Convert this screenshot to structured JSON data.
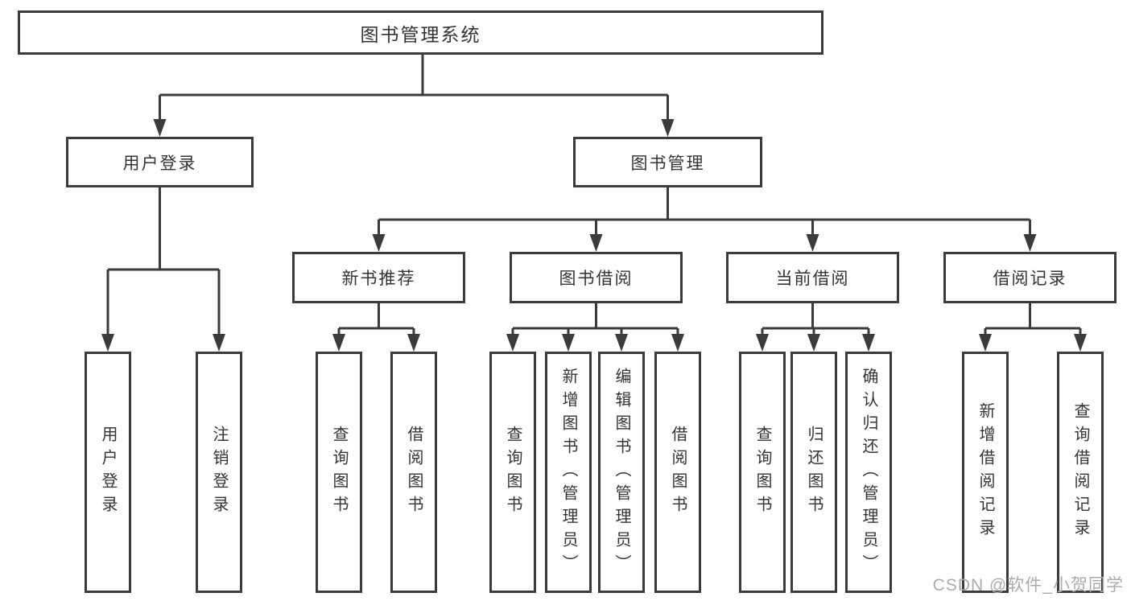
{
  "title": "图书管理系统",
  "watermark": "CSDN @软件_小贺同学",
  "colors": {
    "line": "#3b3b3b",
    "box_border": "#3b3b3b",
    "box_fill": "#ffffff",
    "text": "#333333",
    "background": "#ffffff",
    "watermark": "#ababab"
  },
  "nodes": {
    "root": {
      "label": "图书管理系统"
    },
    "level2": [
      {
        "label": "用户登录",
        "parent": "图书管理系统"
      },
      {
        "label": "图书管理",
        "parent": "图书管理系统"
      }
    ],
    "level3": [
      {
        "label": "新书推荐",
        "parent": "图书管理"
      },
      {
        "label": "图书借阅",
        "parent": "图书管理"
      },
      {
        "label": "当前借阅",
        "parent": "图书管理"
      },
      {
        "label": "借阅记录",
        "parent": "图书管理"
      }
    ],
    "leaves": [
      {
        "label": "用户登录",
        "parent": "用户登录"
      },
      {
        "label": "注销登录",
        "parent": "用户登录"
      },
      {
        "label": "查询图书",
        "parent": "新书推荐"
      },
      {
        "label": "借阅图书",
        "parent": "新书推荐"
      },
      {
        "label": "查询图书",
        "parent": "图书借阅"
      },
      {
        "label": "新增图书（管理员）",
        "parent": "图书借阅"
      },
      {
        "label": "编辑图书（管理员）",
        "parent": "图书借阅"
      },
      {
        "label": "借阅图书",
        "parent": "图书借阅"
      },
      {
        "label": "查询图书",
        "parent": "当前借阅"
      },
      {
        "label": "归还图书",
        "parent": "当前借阅"
      },
      {
        "label": "确认归还（管理员）",
        "parent": "当前借阅"
      },
      {
        "label": "新增借阅记录",
        "parent": "借阅记录"
      },
      {
        "label": "查询借阅记录",
        "parent": "借阅记录"
      }
    ]
  }
}
